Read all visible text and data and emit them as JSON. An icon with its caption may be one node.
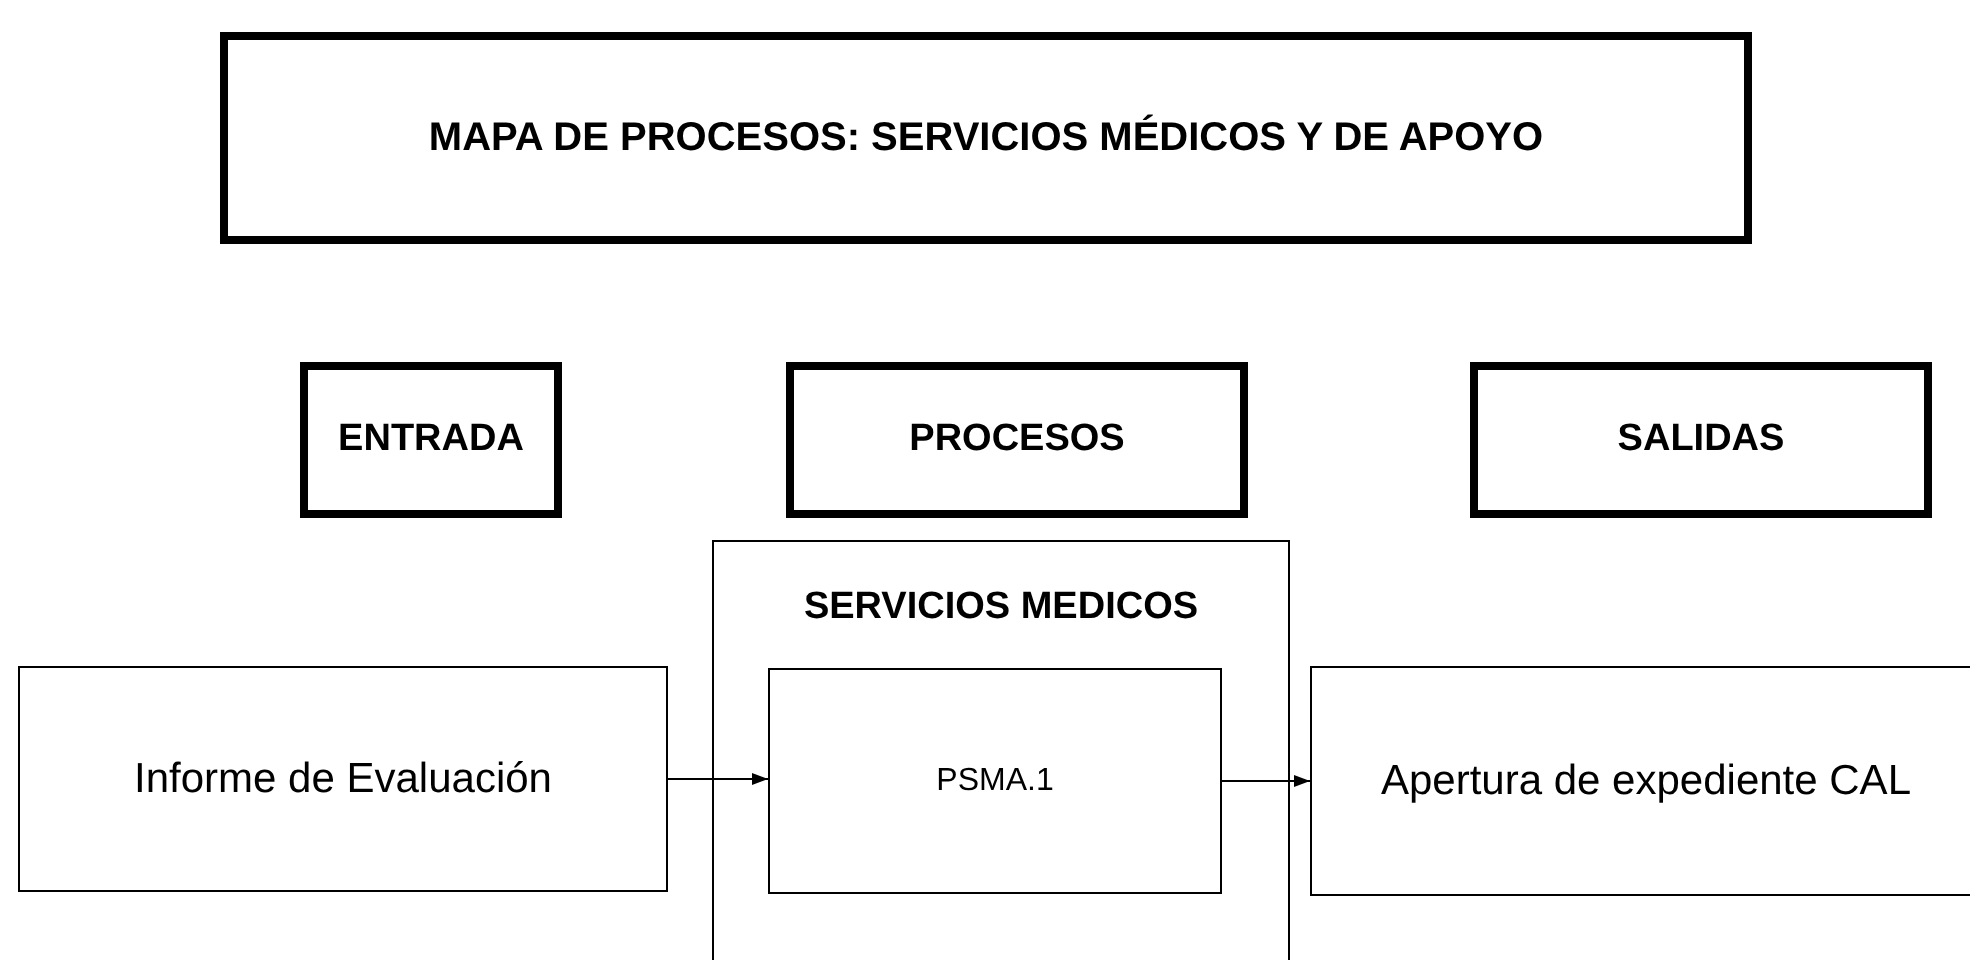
{
  "diagram": {
    "nodes": [
      {
        "text": [
          "MAPA DE PROCESOS: SERVICIOS MÉDICOS Y DE APOYO"
        ]
      },
      {
        "text": [
          "ENTRADA"
        ]
      },
      {
        "text": [
          "PROCESOS"
        ]
      },
      {
        "text": [
          "SALIDAS"
        ]
      },
      {
        "text": [
          "SERVICIOS MEDICOS"
        ]
      },
      {
        "text": [
          "Informe de Evaluación"
        ]
      },
      {
        "text": [
          "PSMA.1"
        ],
        "in": 4
      },
      {
        "text": [
          "Apertura de expediente CAL"
        ]
      }
    ],
    "edges": [
      {
        "from": 5,
        "to": 6,
        "arrow": "to"
      },
      {
        "from": 6,
        "to": 7,
        "arrow": "to"
      }
    ]
  }
}
